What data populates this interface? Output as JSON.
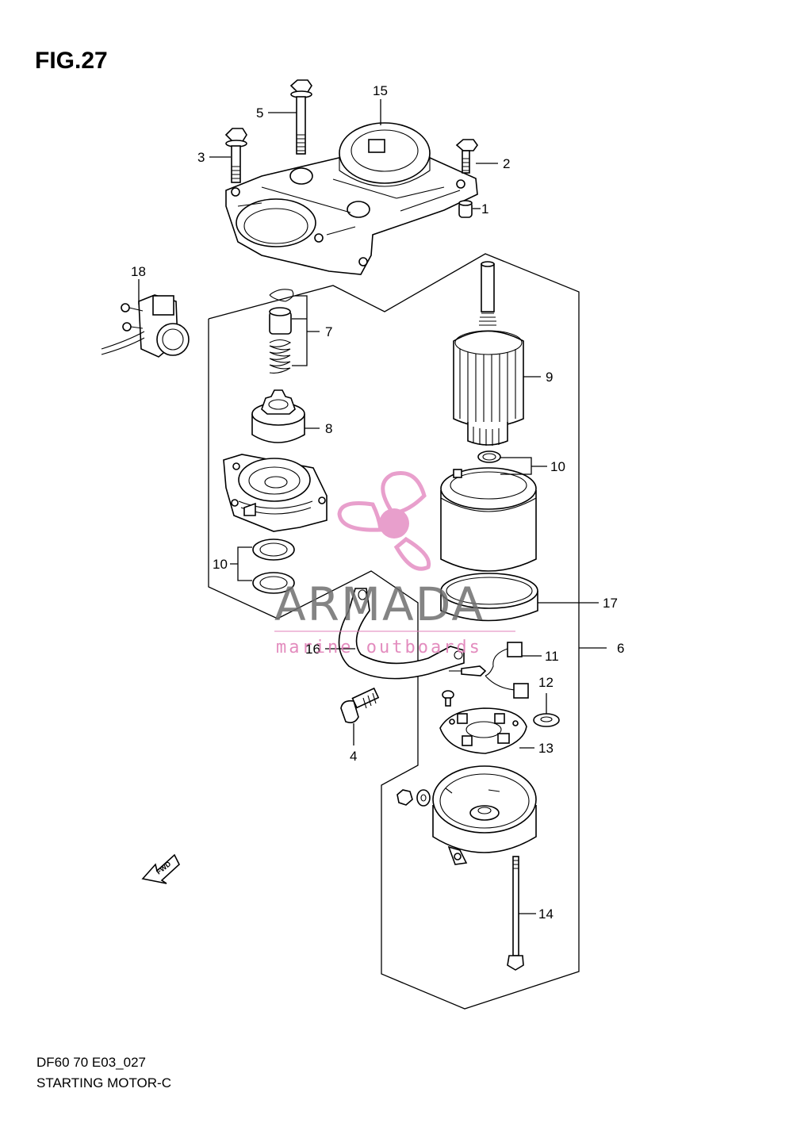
{
  "figure": {
    "title": "FIG.27",
    "code": "DF60 70 E03_027",
    "name": "STARTING MOTOR-C"
  },
  "callouts": [
    {
      "id": "1",
      "label": "1"
    },
    {
      "id": "2",
      "label": "2"
    },
    {
      "id": "3",
      "label": "3"
    },
    {
      "id": "4",
      "label": "4"
    },
    {
      "id": "5",
      "label": "5"
    },
    {
      "id": "6",
      "label": "6"
    },
    {
      "id": "7",
      "label": "7"
    },
    {
      "id": "8",
      "label": "8"
    },
    {
      "id": "9",
      "label": "9"
    },
    {
      "id": "10a",
      "label": "10"
    },
    {
      "id": "10b",
      "label": "10"
    },
    {
      "id": "11",
      "label": "11"
    },
    {
      "id": "12",
      "label": "12"
    },
    {
      "id": "13",
      "label": "13"
    },
    {
      "id": "14",
      "label": "14"
    },
    {
      "id": "15",
      "label": "15"
    },
    {
      "id": "16",
      "label": "16"
    },
    {
      "id": "17",
      "label": "17"
    },
    {
      "id": "18",
      "label": "18"
    }
  ],
  "fwd_arrow": {
    "label": "FWD",
    "icon": "fwd-arrow-icon"
  },
  "watermark": {
    "brand": "ARMADA",
    "tagline": "marine outboards",
    "logo_icon": "propeller-logo-icon",
    "colors": {
      "logo": "#e58fc4",
      "text": "#6f6f6f",
      "tagline": "#e080b8"
    }
  }
}
